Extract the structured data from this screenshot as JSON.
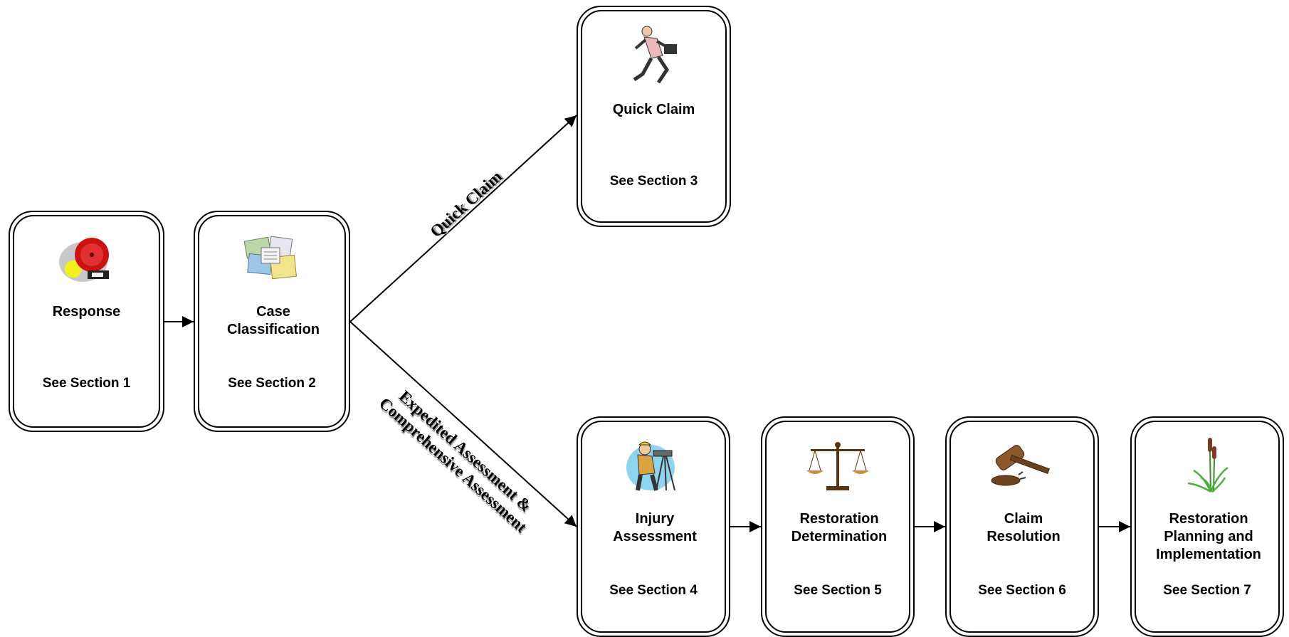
{
  "steps": {
    "response": {
      "title": "Response",
      "section": "See Section 1",
      "icon": "fire-alarm-bell-icon"
    },
    "classification": {
      "title": "Case Classification",
      "section": "See Section 2",
      "icon": "papers-documents-icon"
    },
    "quick_claim": {
      "title": "Quick Claim",
      "section": "See Section 3",
      "icon": "running-businessman-icon"
    },
    "injury": {
      "title": "Injury Assessment",
      "section": "See Section 4",
      "icon": "surveyor-icon"
    },
    "restoration_det": {
      "title": "Restoration Determination",
      "section": "See Section 5",
      "icon": "scales-of-justice-icon"
    },
    "claim_res": {
      "title": "Claim Resolution",
      "section": "See Section 6",
      "icon": "gavel-icon"
    },
    "restoration_plan": {
      "title": "Restoration Planning and Implementation",
      "section": "See Section 7",
      "icon": "cattail-plant-icon"
    }
  },
  "paths": {
    "quick": "Quick Claim",
    "assessment_line1": "Expedited Assessment &",
    "assessment_line2": "Comprehensive Assessment"
  }
}
